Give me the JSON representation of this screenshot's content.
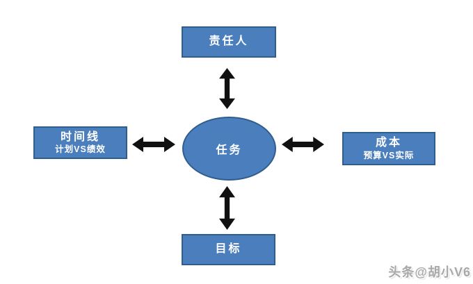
{
  "diagram": {
    "center_node": {
      "label": "任务"
    },
    "nodes": {
      "top": {
        "label": "责任人"
      },
      "left": {
        "label": "时间线",
        "sublabel": "计划VS绩效"
      },
      "right": {
        "label": "成本",
        "sublabel": "预算VS实际"
      },
      "bottom": {
        "label": "目标"
      }
    },
    "connectors": [
      {
        "from": "center",
        "to": "top",
        "style": "double-headed-arrow"
      },
      {
        "from": "center",
        "to": "left",
        "style": "double-headed-arrow"
      },
      {
        "from": "center",
        "to": "right",
        "style": "double-headed-arrow"
      },
      {
        "from": "center",
        "to": "bottom",
        "style": "double-headed-arrow"
      }
    ],
    "colors": {
      "node_fill": "#4A7EBD",
      "node_border": "#2F5D8C",
      "node_text": "#FFFFFF",
      "arrow": "#111111",
      "background": "#FFFFFF"
    }
  },
  "watermark": {
    "text": "头条@胡小V6"
  }
}
